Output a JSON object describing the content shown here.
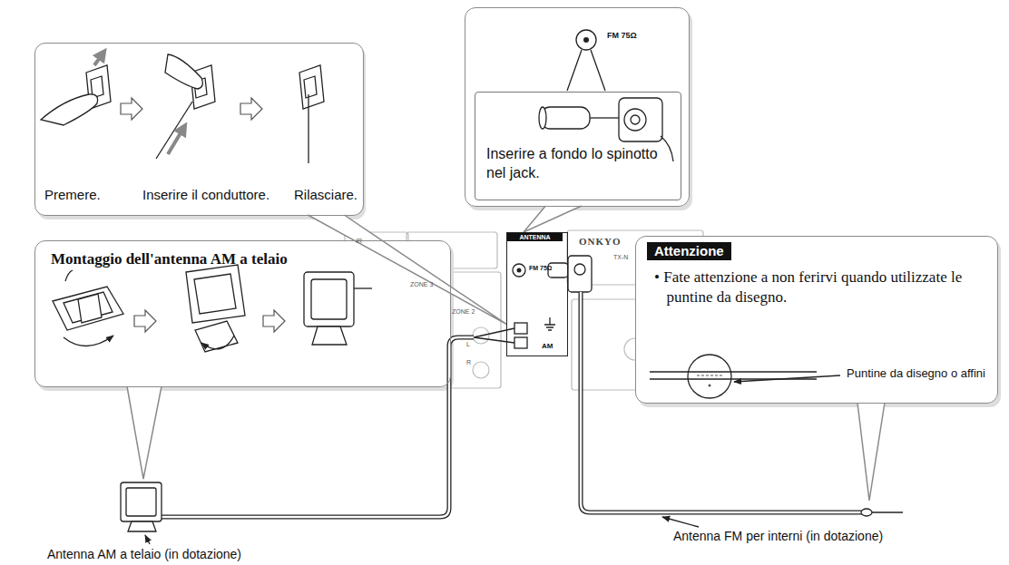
{
  "diagram": {
    "nodes": [
      {
        "text": [
          "Premere.",
          "Inserire il conduttore.",
          "Rilasciare."
        ]
      },
      {
        "text": [
          "FM 75Ω"
        ]
      },
      {
        "text": [
          "Inserire a fondo lo spinotto nel jack."
        ],
        "in": 1
      },
      {
        "text": [
          "Montaggio dell'antenna AM a telaio"
        ]
      },
      {
        "text": [
          "Attenzione",
          "• Fate attenzione a non ferirvi quando utilizzate le puntine da disegno.",
          "Puntine da disegno o affini"
        ]
      },
      {
        "text": [
          "ANTENNA",
          "FM 75Ω",
          "AM"
        ]
      }
    ],
    "edges": [
      {
        "from": 0,
        "to": 5,
        "arrow": "none"
      },
      {
        "from": 1,
        "to": 5,
        "arrow": "none"
      }
    ],
    "labels": [
      "IR",
      "ZONE 3",
      "ZONE 2",
      "L",
      "R",
      "ONKYO",
      "TX-N",
      "Antenna AM a telaio (in dotazione)",
      "Antenna FM per interni (in dotazione)"
    ]
  }
}
